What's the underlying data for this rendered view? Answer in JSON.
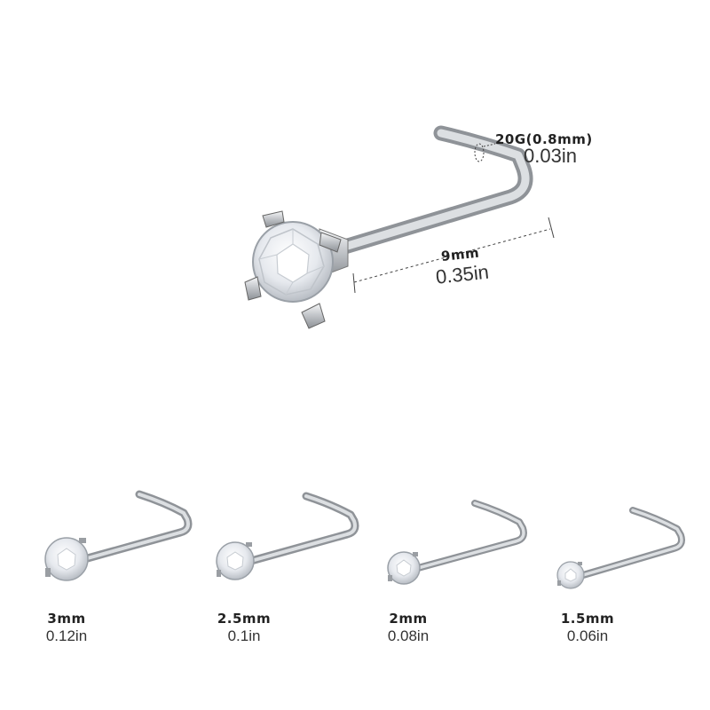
{
  "main": {
    "gauge_mm": "20G(0.8mm)",
    "gauge_in": "0.03in",
    "length_mm": "9mm",
    "length_in": "0.35in"
  },
  "sizes": [
    {
      "mm": "3mm",
      "inch": "0.12in"
    },
    {
      "mm": "2.5mm",
      "inch": "0.1in"
    },
    {
      "mm": "2mm",
      "inch": "0.08in"
    },
    {
      "mm": "1.5mm",
      "inch": "0.06in"
    }
  ],
  "colors": {
    "metal": "#c9ccd0",
    "gem": "#f2f4f7",
    "text": "#222222"
  }
}
